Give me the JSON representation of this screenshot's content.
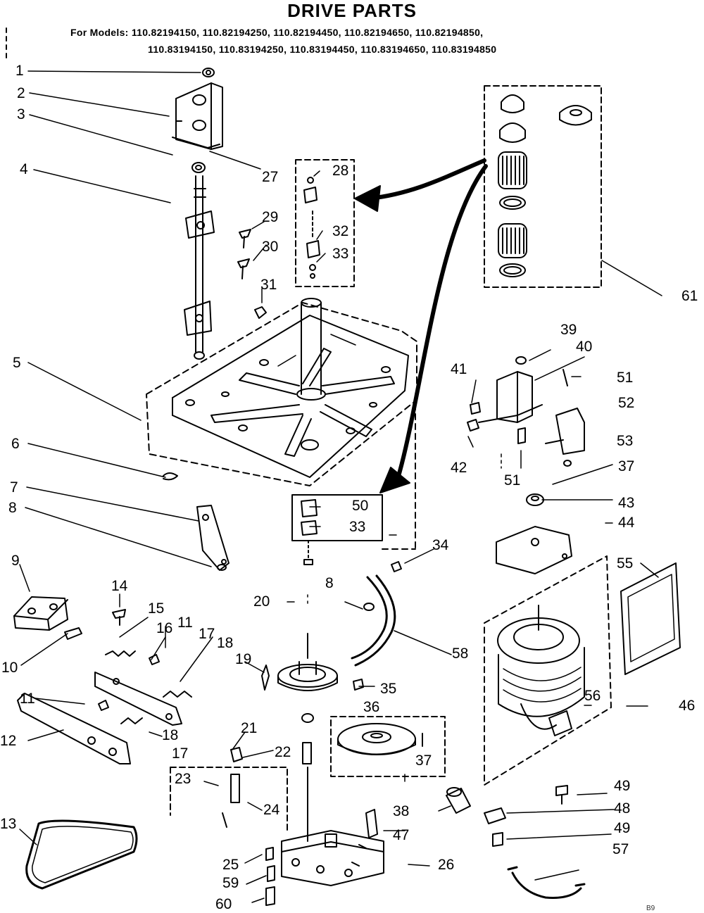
{
  "header": {
    "title": "DRIVE PARTS",
    "models_line1": "For Models: 110.82194150, 110.82194250, 110.82194450, 110.82194650, 110.82194850,",
    "models_line2": "110.83194150, 110.83194250, 110.83194450, 110.83194650, 110.83194850"
  },
  "callouts": {
    "c1": "1",
    "c2": "2",
    "c3": "3",
    "c4": "4",
    "c5": "5",
    "c6": "6",
    "c7": "7",
    "c8a": "8",
    "c8b": "8",
    "c9": "9",
    "c10": "10",
    "c11a": "11",
    "c11b": "11",
    "c12": "12",
    "c13": "13",
    "c14": "14",
    "c15": "15",
    "c16": "16",
    "c17a": "17",
    "c17b": "17",
    "c18a": "18",
    "c18b": "18",
    "c19": "19",
    "c20": "20",
    "c21": "21",
    "c22": "22",
    "c23": "23",
    "c24": "24",
    "c25": "25",
    "c26": "26",
    "c27": "27",
    "c28": "28",
    "c29": "29",
    "c30": "30",
    "c31": "31",
    "c32": "32",
    "c33a": "33",
    "c33b": "33",
    "c34": "34",
    "c35": "35",
    "c36": "36",
    "c37a": "37",
    "c37b": "37",
    "c38": "38",
    "c39": "39",
    "c40": "40",
    "c41": "41",
    "c42": "42",
    "c43": "43",
    "c44": "44",
    "c46": "46",
    "c47": "47",
    "c48": "48",
    "c49a": "49",
    "c49b": "49",
    "c50": "50",
    "c51a": "51",
    "c51b": "51",
    "c52": "52",
    "c53": "53",
    "c55": "55",
    "c56": "56",
    "c57": "57",
    "c58": "58",
    "c59": "59",
    "c60": "60",
    "c61": "61"
  },
  "footer": {
    "page_mark": "B9"
  }
}
